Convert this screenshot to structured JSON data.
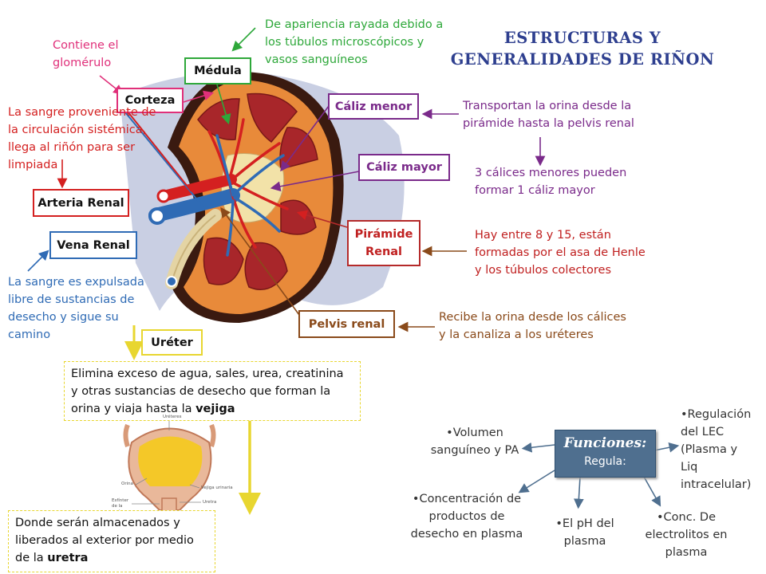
{
  "title": {
    "line1": "ESTRUCTURAS Y",
    "line2": "GENERALIDADES DE RIÑON"
  },
  "labels": {
    "medula": "Médula",
    "corteza": "Corteza",
    "arteria_renal": "Arteria Renal",
    "vena_renal": "Vena Renal",
    "caliz_menor": "Cáliz menor",
    "caliz_mayor": "Cáliz mayor",
    "piramide_renal_1": "Pirámide",
    "piramide_renal_2": "Renal",
    "pelvis_renal": "Pelvis renal",
    "ureter": "Uréter"
  },
  "notes": {
    "medula_desc": [
      "De apariencia rayada debido a",
      "los túbulos microscópicos y",
      "vasos sanguíneos"
    ],
    "corteza_desc": [
      "Contiene el",
      "glomérulo"
    ],
    "arteria_desc": [
      "La sangre proveniente de",
      "la circulación sistémica,",
      "llega al riñón para ser",
      "limpiada"
    ],
    "vena_desc": [
      "La sangre es expulsada",
      "libre de sustancias de",
      "desecho y sigue su",
      "camino"
    ],
    "caliz_menor_desc": [
      "Transportan la orina desde la",
      "pirámide hasta la pelvis renal"
    ],
    "caliz_mayor_desc": [
      "3 cálices menores pueden",
      "formar 1 cáliz mayor"
    ],
    "piramide_desc": [
      "Hay entre 8 y 15, están",
      "formadas por el asa de Henle",
      "y los túbulos colectores"
    ],
    "pelvis_desc": [
      "Recibe la orina desde los cálices",
      "y la canaliza a los uréteres"
    ],
    "ureter_desc": {
      "line1": "Elimina exceso de agua, sales, urea, creatinina",
      "line2": "y otras sustancias de desecho que forman la",
      "line3_prefix": "orina y viaja hasta la ",
      "line3_bold": "vejiga"
    },
    "bladder_desc": {
      "line1": "Donde serán almacenados y",
      "line2": "liberados al exterior por medio",
      "line3_prefix": "de la ",
      "line3_bold": "uretra"
    }
  },
  "bladder_labels": [
    "Uréteres",
    "Orina",
    "Vejiga urinaria",
    "Esfínter de la uretra",
    "Uretra"
  ],
  "funciones": {
    "title": "Funciones:",
    "subtitle": "Regula:",
    "items": {
      "volumen": [
        "•Volumen",
        "sanguíneo y PA"
      ],
      "lec": [
        "•Regulación",
        "del LEC",
        "(Plasma y",
        "Liq",
        "intracelular)"
      ],
      "productos": [
        "•Concentración de",
        "productos de",
        "desecho en plasma"
      ],
      "ph": [
        "•El pH del",
        "plasma"
      ],
      "electrolitos": [
        "•Conc. De",
        "electrolitos en",
        "plasma"
      ]
    }
  },
  "colors": {
    "title": "#2e3f8f",
    "medula": "#2ea83a",
    "corteza": "#e0307a",
    "arteria": "#d42020",
    "vena": "#2f6bb5",
    "caliz": "#7a2a8a",
    "piramide": "#b52a2a",
    "pelvis": "#8a4a1a",
    "ureter": "#e8d630",
    "funciones_box": "#4f6f8f"
  }
}
